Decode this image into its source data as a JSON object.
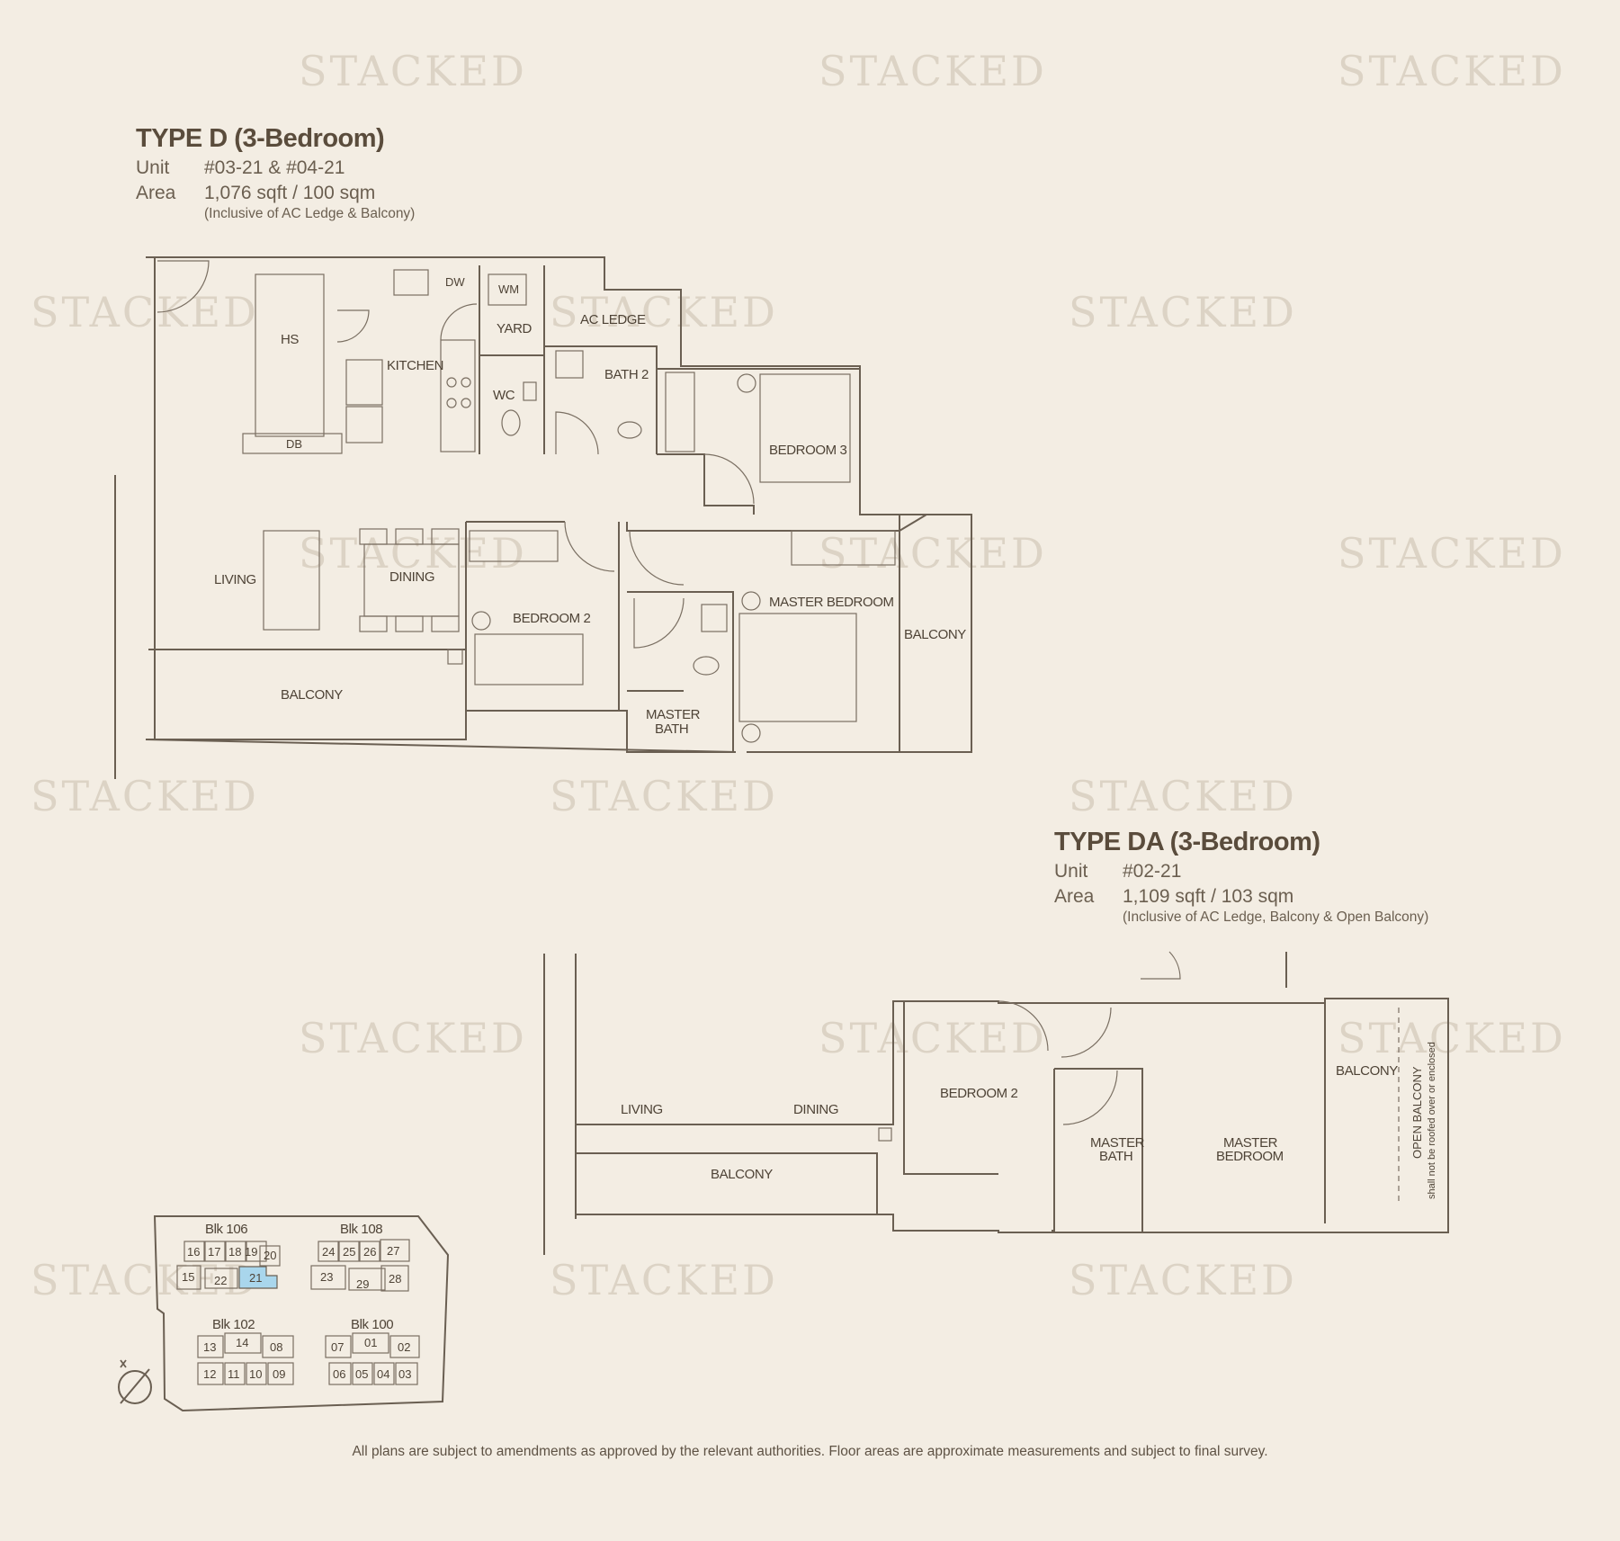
{
  "watermark": "STACKED",
  "type_d": {
    "title": "TYPE D (3-Bedroom)",
    "unit_key": "Unit",
    "unit_value": "#03-21 & #04-21",
    "area_key": "Area",
    "area_value": "1,076 sqft / 100 sqm",
    "note": "(Inclusive of AC Ledge & Balcony)",
    "rooms": {
      "hs": "HS",
      "dw": "DW",
      "wm": "WM",
      "yard": "YARD",
      "ac_ledge": "AC LEDGE",
      "kitchen": "KITCHEN",
      "wc": "WC",
      "bath2": "BATH 2",
      "db": "DB",
      "bedroom3": "BEDROOM 3",
      "living": "LIVING",
      "dining": "DINING",
      "bedroom2": "BEDROOM 2",
      "master_bedroom": "MASTER BEDROOM",
      "balcony_right": "BALCONY",
      "balcony_bottom": "BALCONY",
      "master_bath_1": "MASTER",
      "master_bath_2": "BATH"
    }
  },
  "type_da": {
    "title": "TYPE DA (3-Bedroom)",
    "unit_key": "Unit",
    "unit_value": "#02-21",
    "area_key": "Area",
    "area_value": "1,109 sqft / 103 sqm",
    "note": "(Inclusive of AC Ledge, Balcony & Open Balcony)",
    "rooms": {
      "living": "LIVING",
      "dining": "DINING",
      "balcony_bottom": "BALCONY",
      "bedroom2": "BEDROOM 2",
      "master_bath_1": "MASTER",
      "master_bath_2": "BATH",
      "master_bedroom_1": "MASTER",
      "master_bedroom_2": "BEDROOM",
      "balcony_right": "BALCONY",
      "open_balcony": "OPEN BALCONY",
      "open_balcony_note": "shall not be roofed over or enclosed"
    }
  },
  "key_plan": {
    "blocks": [
      "Blk 106",
      "Blk 108",
      "Blk 102",
      "Blk 100"
    ],
    "units_106": [
      "16",
      "17",
      "18",
      "19",
      "20",
      "15",
      "22",
      "21"
    ],
    "units_108": [
      "24",
      "25",
      "26",
      "27",
      "23",
      "29",
      "28"
    ],
    "units_102": [
      "13",
      "14",
      "08",
      "12",
      "11",
      "10",
      "09"
    ],
    "units_100": [
      "07",
      "01",
      "02",
      "06",
      "05",
      "04",
      "03"
    ],
    "highlighted_unit": "21",
    "highlight_color": "#a9d6ec"
  },
  "footer": "All plans are subject to amendments as approved by the relevant authorities. Floor areas are approximate measurements and subject to final survey.",
  "colors": {
    "background": "#f3ede3",
    "line": "#6a5f52",
    "text": "#5a4c3c"
  }
}
